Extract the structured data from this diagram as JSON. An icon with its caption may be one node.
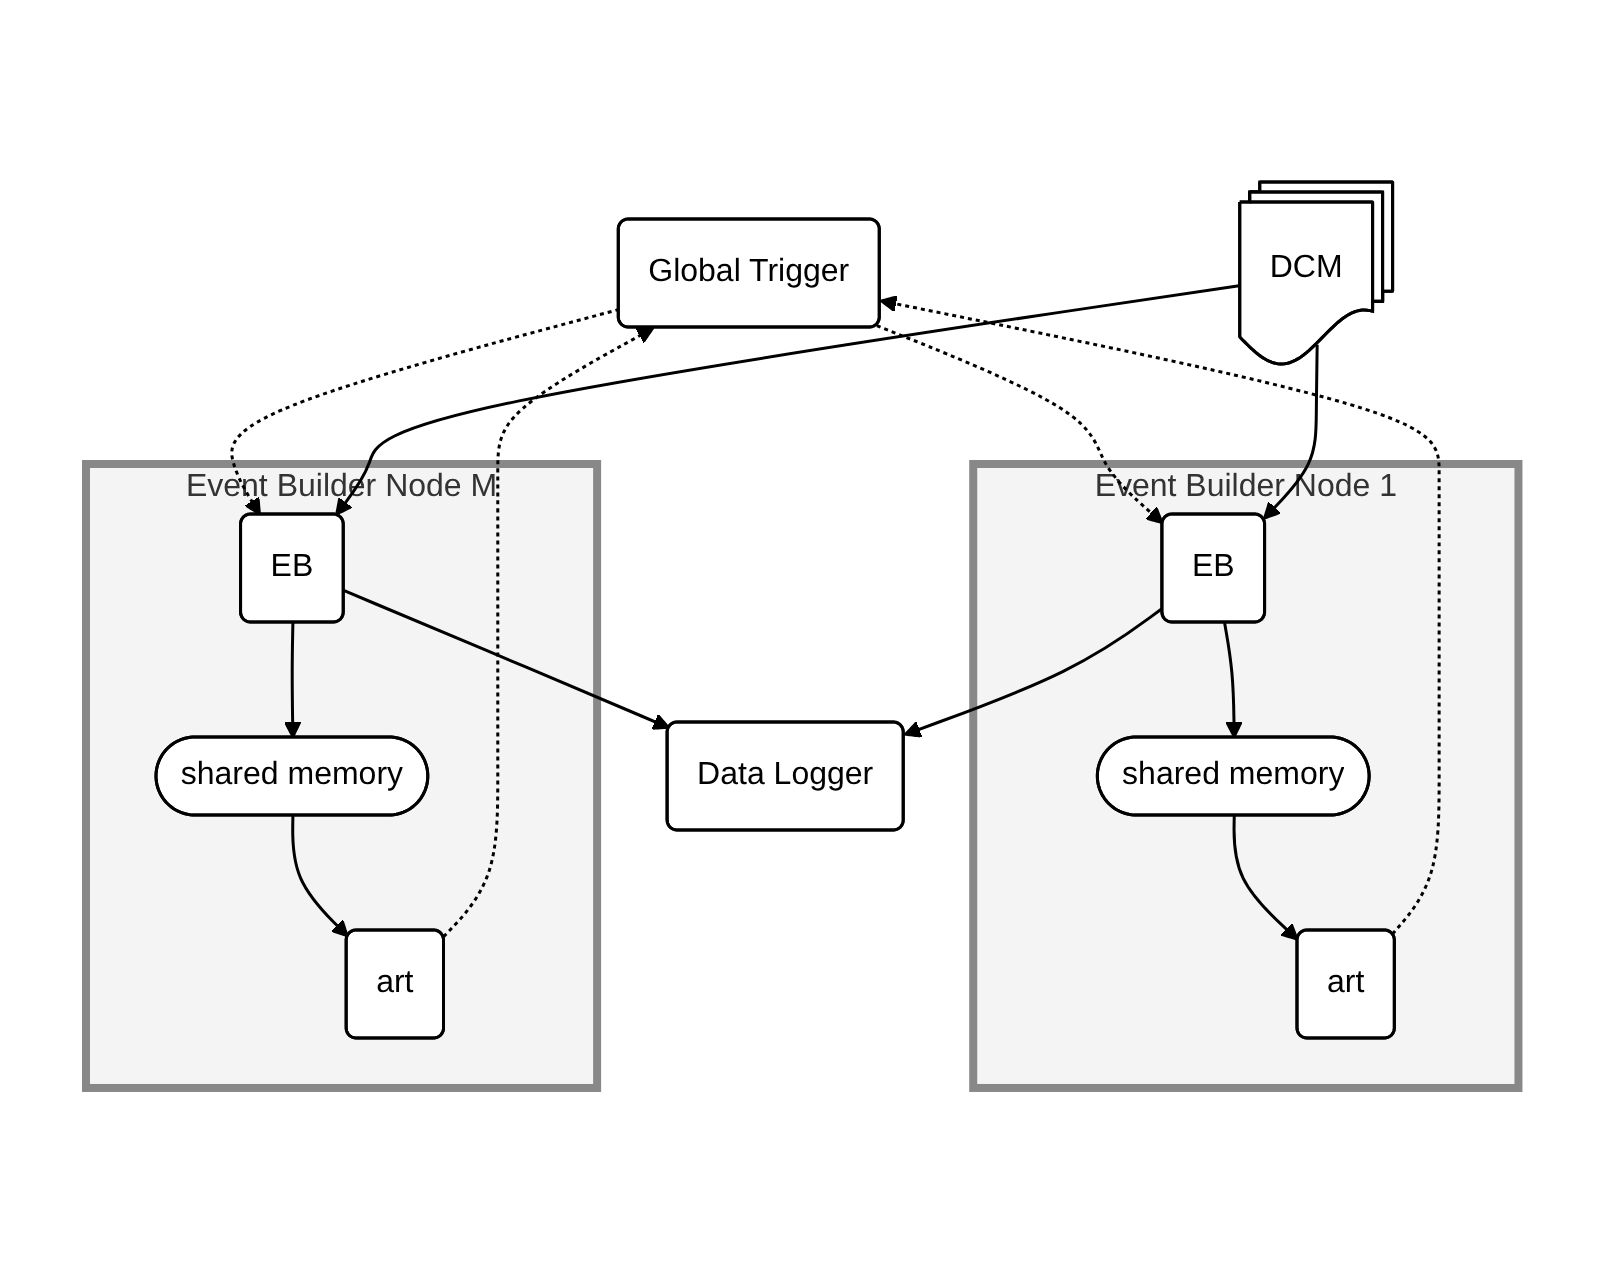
{
  "diagram": {
    "nodes": [
      {
        "text": [
          "Global Trigger"
        ]
      },
      {
        "text": [
          "Event Builder Node 1"
        ]
      },
      {
        "text": [
          "EB"
        ],
        "in": 1
      },
      {
        "text": [
          "shared memory"
        ],
        "in": 1
      },
      {
        "text": [
          "art"
        ],
        "in": 1
      },
      {
        "text": [
          "DCM"
        ]
      },
      {
        "text": [
          "Event Builder Node M"
        ]
      },
      {
        "text": [
          "EB"
        ],
        "in": 6
      },
      {
        "text": [
          "shared memory"
        ],
        "in": 6
      },
      {
        "text": [
          "art"
        ],
        "in": 6
      },
      {
        "text": [
          "Data Logger"
        ]
      }
    ],
    "edges": [
      {
        "from": 0,
        "to": 2,
        "arrow": "to",
        "style": "dashed"
      },
      {
        "from": 0,
        "to": 7,
        "arrow": "to",
        "style": "dashed"
      },
      {
        "from": 4,
        "to": 0,
        "arrow": "to",
        "style": "dashed"
      },
      {
        "from": 9,
        "to": 0,
        "arrow": "to",
        "style": "dashed"
      },
      {
        "from": 5,
        "to": 2,
        "arrow": "to"
      },
      {
        "from": 5,
        "to": 7,
        "arrow": "to"
      },
      {
        "from": 2,
        "to": 3,
        "arrow": "to"
      },
      {
        "from": 3,
        "to": 4,
        "arrow": "to"
      },
      {
        "from": 7,
        "to": 8,
        "arrow": "to"
      },
      {
        "from": 8,
        "to": 9,
        "arrow": "to"
      },
      {
        "from": 2,
        "to": 10,
        "arrow": "to"
      },
      {
        "from": 7,
        "to": 10,
        "arrow": "to"
      }
    ]
  }
}
